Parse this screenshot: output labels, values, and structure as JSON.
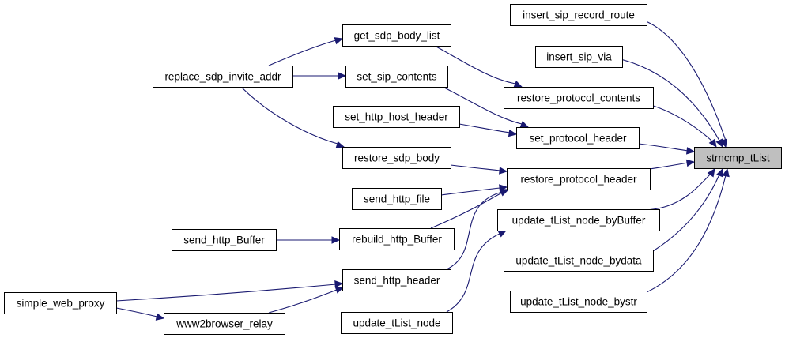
{
  "graph": {
    "title": "",
    "edge_color": "#191970",
    "root_fill": "#bfbfbf",
    "nodes": [
      {
        "id": "strncmp_tList",
        "label": "strncmp_tList",
        "root": true
      },
      {
        "id": "insert_sip_record_route",
        "label": "insert_sip_record_route"
      },
      {
        "id": "insert_sip_via",
        "label": "insert_sip_via"
      },
      {
        "id": "restore_protocol_contents",
        "label": "restore_protocol_contents"
      },
      {
        "id": "set_protocol_header",
        "label": "set_protocol_header"
      },
      {
        "id": "restore_protocol_header",
        "label": "restore_protocol_header"
      },
      {
        "id": "update_tList_node_byBuffer",
        "label": "update_tList_node_byBuffer"
      },
      {
        "id": "update_tList_node_bydata",
        "label": "update_tList_node_bydata"
      },
      {
        "id": "update_tList_node_bystr",
        "label": "update_tList_node_bystr"
      },
      {
        "id": "get_sdp_body_list",
        "label": "get_sdp_body_list"
      },
      {
        "id": "set_sip_contents",
        "label": "set_sip_contents"
      },
      {
        "id": "set_http_host_header",
        "label": "set_http_host_header"
      },
      {
        "id": "restore_sdp_body",
        "label": "restore_sdp_body"
      },
      {
        "id": "send_http_file",
        "label": "send_http_file"
      },
      {
        "id": "rebuild_http_Buffer",
        "label": "rebuild_http_Buffer"
      },
      {
        "id": "send_http_header",
        "label": "send_http_header"
      },
      {
        "id": "update_tList_node",
        "label": "update_tList_node"
      },
      {
        "id": "replace_sdp_invite_addr",
        "label": "replace_sdp_invite_addr"
      },
      {
        "id": "send_http_Buffer",
        "label": "send_http_Buffer"
      },
      {
        "id": "simple_web_proxy",
        "label": "simple_web_proxy"
      },
      {
        "id": "www2browser_relay",
        "label": "www2browser_relay"
      }
    ],
    "edges": [
      {
        "from": "insert_sip_record_route",
        "to": "strncmp_tList"
      },
      {
        "from": "insert_sip_via",
        "to": "strncmp_tList"
      },
      {
        "from": "restore_protocol_contents",
        "to": "strncmp_tList"
      },
      {
        "from": "set_protocol_header",
        "to": "strncmp_tList"
      },
      {
        "from": "restore_protocol_header",
        "to": "strncmp_tList"
      },
      {
        "from": "update_tList_node_byBuffer",
        "to": "strncmp_tList"
      },
      {
        "from": "update_tList_node_bydata",
        "to": "strncmp_tList"
      },
      {
        "from": "update_tList_node_bystr",
        "to": "strncmp_tList"
      },
      {
        "from": "get_sdp_body_list",
        "to": "restore_protocol_contents"
      },
      {
        "from": "set_sip_contents",
        "to": "set_protocol_header"
      },
      {
        "from": "set_http_host_header",
        "to": "set_protocol_header"
      },
      {
        "from": "restore_sdp_body",
        "to": "restore_protocol_header"
      },
      {
        "from": "send_http_file",
        "to": "restore_protocol_header"
      },
      {
        "from": "rebuild_http_Buffer",
        "to": "restore_protocol_header"
      },
      {
        "from": "send_http_header",
        "to": "restore_protocol_header"
      },
      {
        "from": "update_tList_node",
        "to": "update_tList_node_byBuffer"
      },
      {
        "from": "replace_sdp_invite_addr",
        "to": "get_sdp_body_list"
      },
      {
        "from": "replace_sdp_invite_addr",
        "to": "set_sip_contents"
      },
      {
        "from": "replace_sdp_invite_addr",
        "to": "restore_sdp_body"
      },
      {
        "from": "send_http_Buffer",
        "to": "rebuild_http_Buffer"
      },
      {
        "from": "simple_web_proxy",
        "to": "send_http_header"
      },
      {
        "from": "simple_web_proxy",
        "to": "www2browser_relay"
      },
      {
        "from": "www2browser_relay",
        "to": "send_http_header"
      }
    ]
  }
}
